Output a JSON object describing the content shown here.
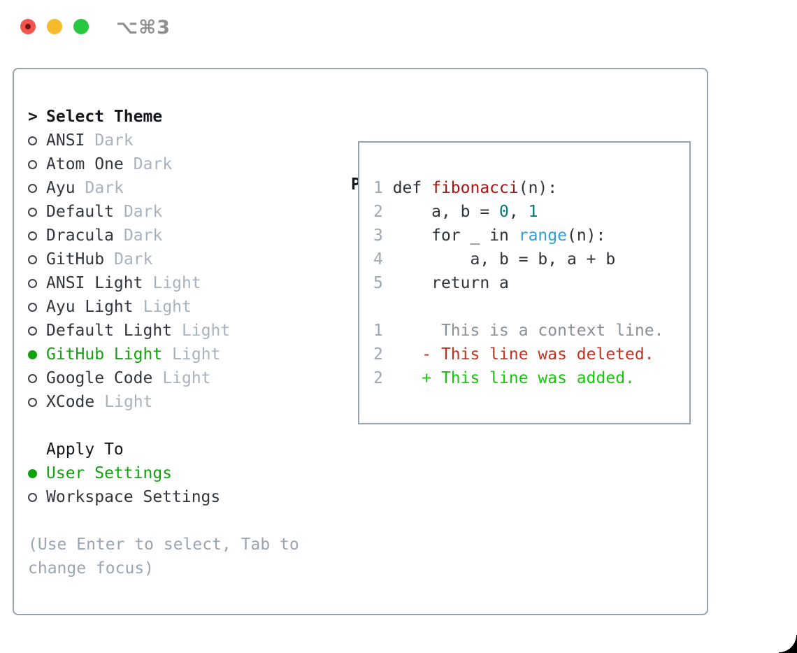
{
  "window": {
    "title": "⌥⌘3"
  },
  "theme_picker": {
    "header_prefix": ">",
    "header_label": "Select Theme",
    "themes": [
      {
        "name": "ANSI",
        "variant": "Dark",
        "selected": false
      },
      {
        "name": "Atom One",
        "variant": "Dark",
        "selected": false
      },
      {
        "name": "Ayu",
        "variant": "Dark",
        "selected": false
      },
      {
        "name": "Default",
        "variant": "Dark",
        "selected": false
      },
      {
        "name": "Dracula",
        "variant": "Dark",
        "selected": false
      },
      {
        "name": "GitHub",
        "variant": "Dark",
        "selected": false
      },
      {
        "name": "ANSI Light",
        "variant": "Light",
        "selected": false
      },
      {
        "name": "Ayu Light",
        "variant": "Light",
        "selected": false
      },
      {
        "name": "Default Light",
        "variant": "Light",
        "selected": false
      },
      {
        "name": "GitHub Light",
        "variant": "Light",
        "selected": true
      },
      {
        "name": "Google Code",
        "variant": "Light",
        "selected": false
      },
      {
        "name": "XCode",
        "variant": "Light",
        "selected": false
      }
    ],
    "apply_to_label": "Apply To",
    "apply_options": [
      {
        "name": "User Settings",
        "selected": true
      },
      {
        "name": "Workspace Settings",
        "selected": false
      }
    ],
    "hint": "(Use Enter to select, Tab to change focus)"
  },
  "preview": {
    "label": "Preview",
    "lines": [
      {
        "num": "1",
        "segments": [
          {
            "text": "def ",
            "style": "default"
          },
          {
            "text": "fibonacci",
            "style": "function"
          },
          {
            "text": "(n):",
            "style": "default"
          }
        ]
      },
      {
        "num": "2",
        "segments": [
          {
            "text": "    a, b = ",
            "style": "default"
          },
          {
            "text": "0",
            "style": "number"
          },
          {
            "text": ", ",
            "style": "default"
          },
          {
            "text": "1",
            "style": "number"
          }
        ]
      },
      {
        "num": "3",
        "segments": [
          {
            "text": "    for _ in ",
            "style": "default"
          },
          {
            "text": "range",
            "style": "builtin"
          },
          {
            "text": "(n):",
            "style": "default"
          }
        ]
      },
      {
        "num": "4",
        "segments": [
          {
            "text": "        a, b = b, a + b",
            "style": "default"
          }
        ]
      },
      {
        "num": "5",
        "segments": [
          {
            "text": "    return a",
            "style": "default"
          }
        ]
      },
      {
        "num": "",
        "segments": []
      },
      {
        "num": "1",
        "segments": [
          {
            "text": "     This is a context line.",
            "style": "context"
          }
        ]
      },
      {
        "num": "2",
        "segments": [
          {
            "text": "   - This line was deleted.",
            "style": "deleted"
          }
        ]
      },
      {
        "num": "2",
        "segments": [
          {
            "text": "   + This line was added.",
            "style": "added"
          }
        ]
      }
    ]
  },
  "colors": {
    "border": "#9aa2ad",
    "text_primary": "#14181c",
    "text_theme": "#30363c",
    "text_muted": "#a8b2bd",
    "hint": "#9aa5b1",
    "selected_green": "#13a10e",
    "diff_added": "#16c60c",
    "diff_deleted": "#c4321e",
    "diff_context": "#8a9097",
    "code_default": "#2d3339",
    "code_function": "#a31515",
    "code_number": "#00787f",
    "code_builtin": "#2f9fd7",
    "line_number": "#9aa7b4",
    "traffic_red": "#f1544c",
    "traffic_red_dot": "#76150d",
    "traffic_yellow": "#f7ba2b",
    "traffic_green": "#27c840",
    "title_gray": "#8f8f8f"
  }
}
